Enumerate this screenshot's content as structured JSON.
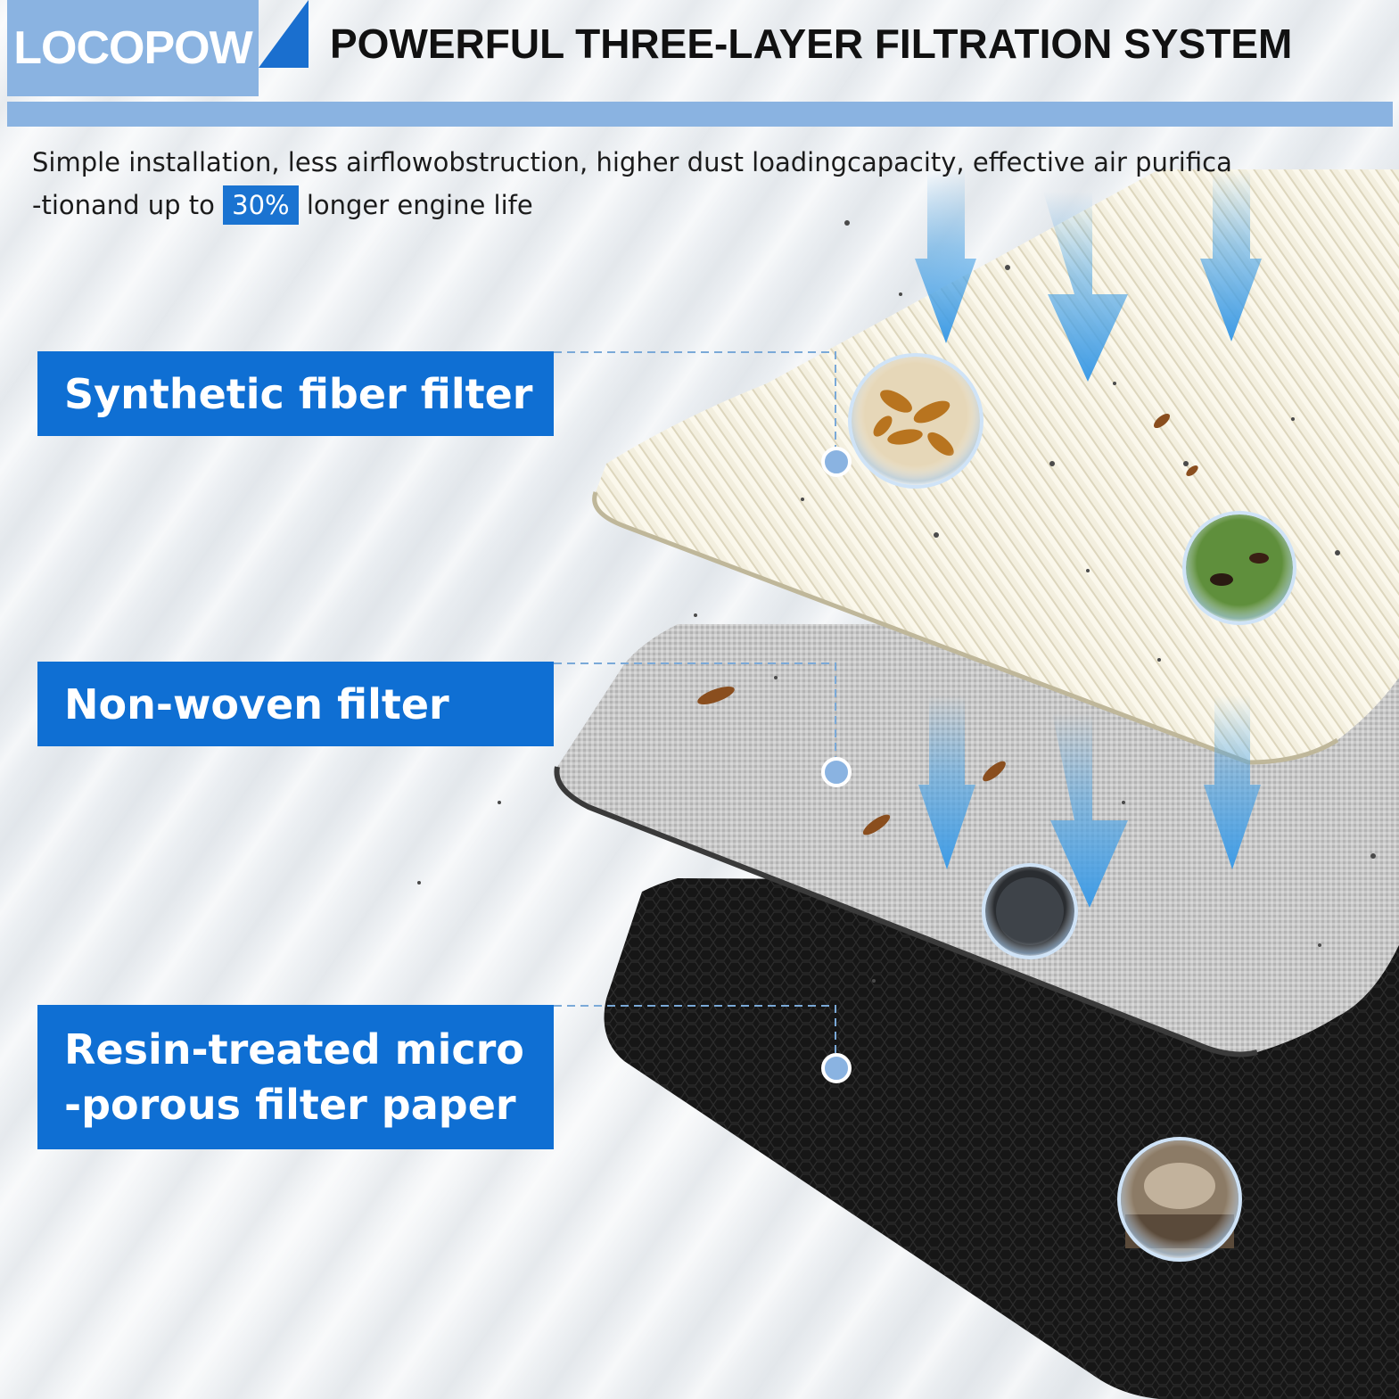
{
  "brand": {
    "name": "LOCOPOW"
  },
  "title": "POWERFUL THREE-LAYER FILTRATION SYSTEM",
  "description": {
    "line1": "Simple installation, less airflowobstruction, higher dust loadingcapacity, effective air purifica",
    "line2_before": "-tionand up to",
    "highlight": "30%",
    "line2_after": "longer engine life"
  },
  "layers": [
    {
      "label": "Synthetic fiber filter"
    },
    {
      "label": "Non-woven filter"
    },
    {
      "label_line1": "Resin-treated micro",
      "label_line2": "-porous filter paper"
    }
  ],
  "colors": {
    "brand_blue_light": "#8ab3e1",
    "label_blue": "#0f6fd3",
    "highlight_blue": "#1a73d1",
    "arrow_blue": "#4aa3e6"
  },
  "icons": [
    "leaf-debris-icon",
    "ant-icon",
    "carbon-particles-icon",
    "dust-storm-icon",
    "airflow-arrow-icon"
  ]
}
